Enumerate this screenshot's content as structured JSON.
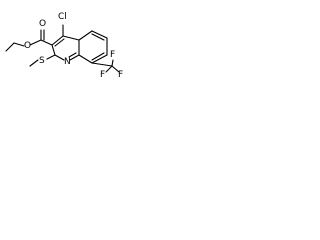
{
  "structure": {
    "atoms": {
      "cl": "Cl",
      "o_ester": "O",
      "o_carbonyl": "O",
      "s": "S",
      "n": "N",
      "f_top": "F",
      "f_left": "F",
      "f_right": "F"
    }
  }
}
